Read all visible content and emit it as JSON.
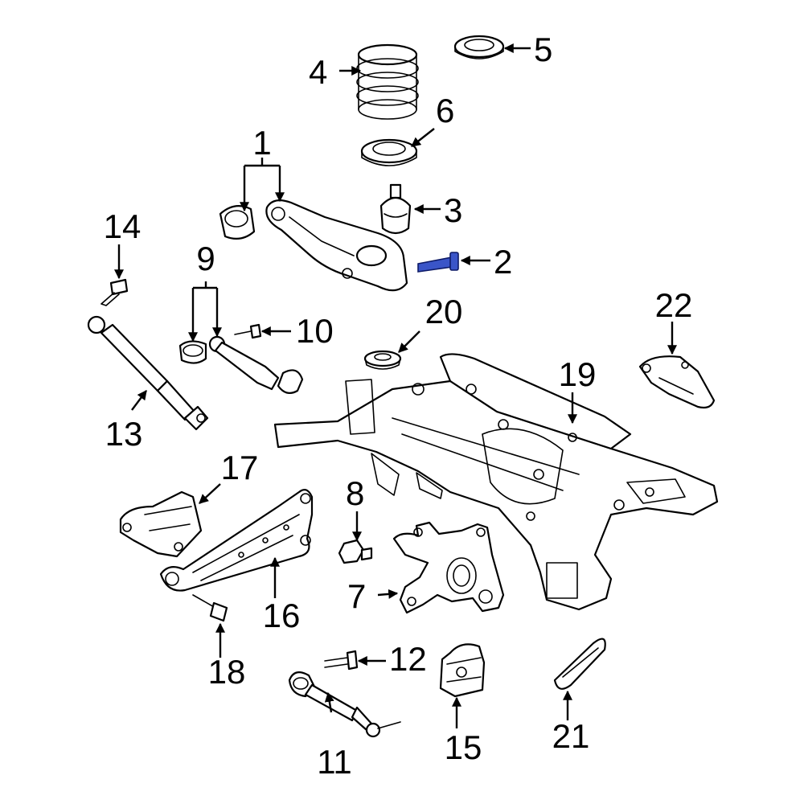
{
  "diagram": {
    "highlight_color": "#3a55c8",
    "line_color": "#000000",
    "background": "#ffffff"
  },
  "callouts": {
    "c1": "1",
    "c2": "2",
    "c3": "3",
    "c4": "4",
    "c5": "5",
    "c6": "6",
    "c7": "7",
    "c8": "8",
    "c9": "9",
    "c10": "10",
    "c11": "11",
    "c12": "12",
    "c13": "13",
    "c14": "14",
    "c15": "15",
    "c16": "16",
    "c17": "17",
    "c18": "18",
    "c19": "19",
    "c20": "20",
    "c21": "21",
    "c22": "22"
  }
}
